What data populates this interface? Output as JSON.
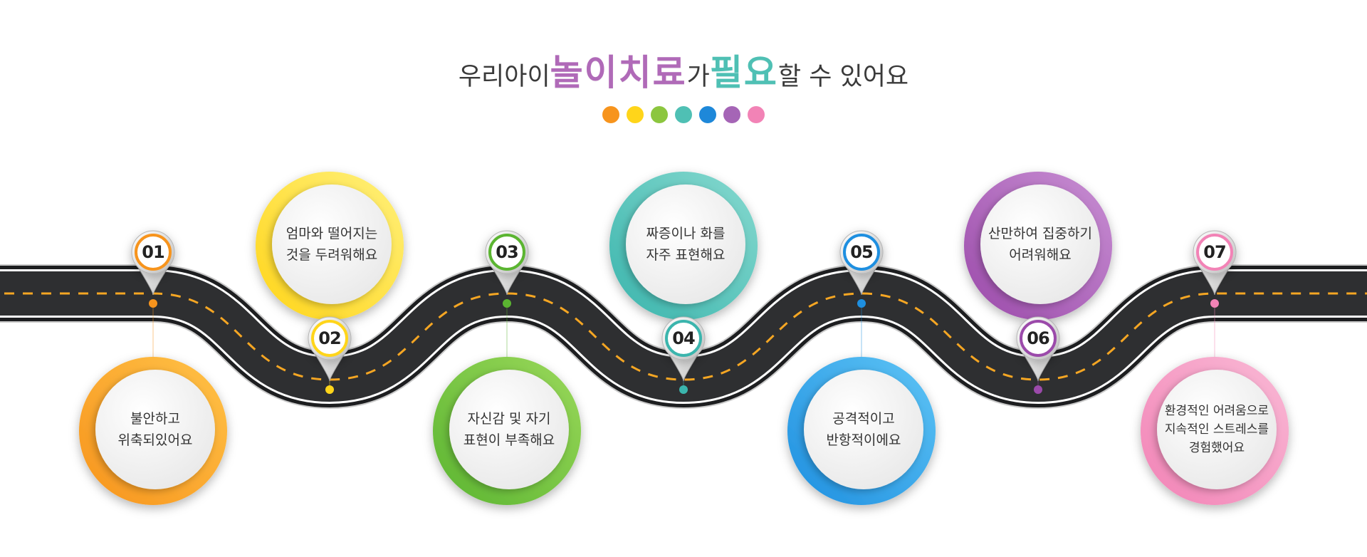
{
  "title": {
    "part1": "우리아이 ",
    "highlight1": "놀이치료",
    "part2": "가 ",
    "highlight2": "필요",
    "part3": "할 수 있어요",
    "highlight1_color": "#b06ab8",
    "highlight2_color": "#4fc0b4"
  },
  "dot_colors": [
    "#f7941d",
    "#ffd51a",
    "#8cc63f",
    "#4fc0b4",
    "#1e88d9",
    "#a565b6",
    "#f283b6"
  ],
  "road_color": "#2e2f31",
  "lane_color": "#f5a623",
  "steps": [
    {
      "num": "01",
      "text": "불안하고\n위축되있어요",
      "color": "#f7941d",
      "light": "#ffc247"
    },
    {
      "num": "02",
      "text": "엄마와 떨어지는\n것을 두려워해요",
      "color": "#ffd51a",
      "light": "#fff07a"
    },
    {
      "num": "03",
      "text": "자신감 및 자기\n표현이 부족해요",
      "color": "#5bb531",
      "light": "#9ad85a"
    },
    {
      "num": "04",
      "text": "짜증이나 화를\n자주 표현해요",
      "color": "#3bb5ad",
      "light": "#86d9cf"
    },
    {
      "num": "05",
      "text": "공격적이고\n반항적이에요",
      "color": "#1e8fe0",
      "light": "#5ec4f5"
    },
    {
      "num": "06",
      "text": "산만하여 집중하기\n어려워해요",
      "color": "#9b4aaa",
      "light": "#c88fd3"
    },
    {
      "num": "07",
      "text": "환경적인 어려움으로\n지속적인 스트레스를\n경험했어요",
      "color": "#f283b6",
      "light": "#f9b9d5"
    }
  ]
}
